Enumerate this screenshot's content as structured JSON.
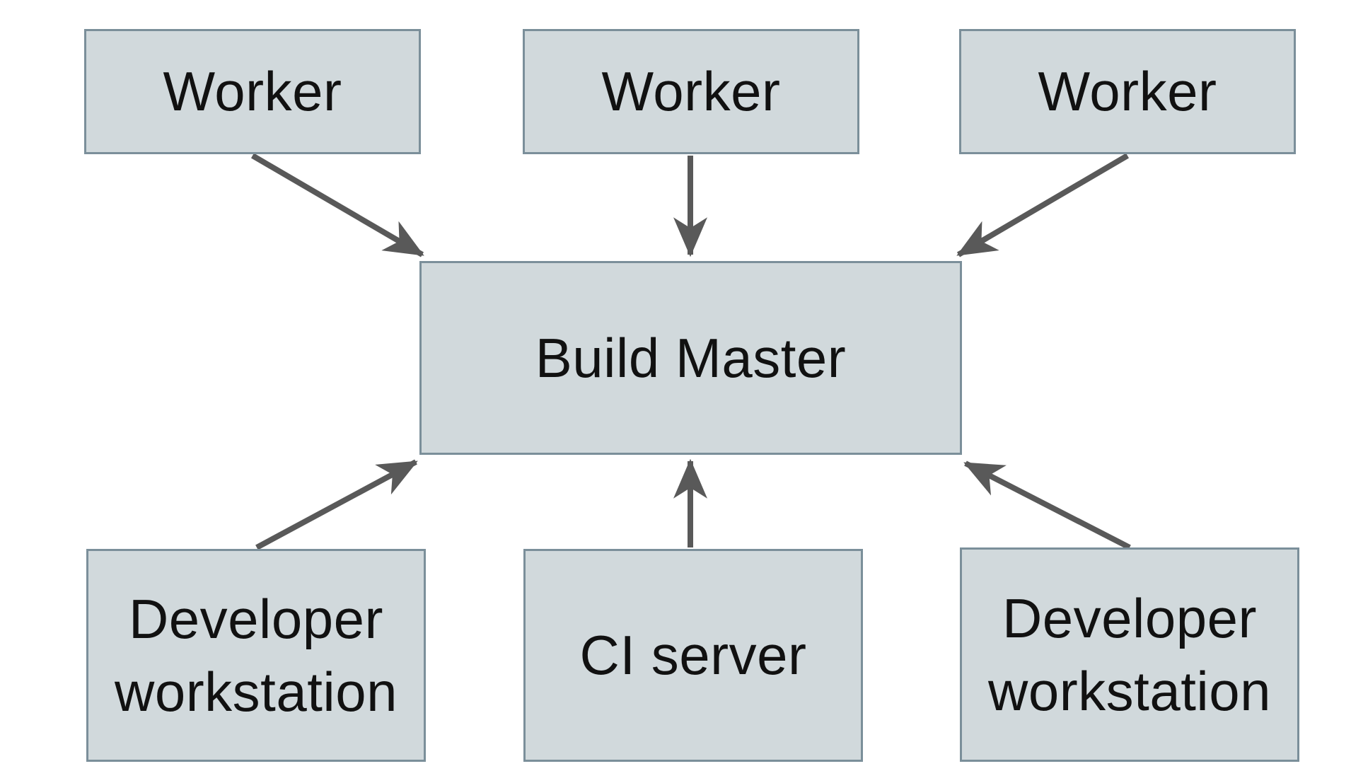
{
  "diagram": {
    "type": "architecture-diagram",
    "background_color": "#ffffff",
    "box_fill_color": "#d1d9dc",
    "box_border_color": "#7b8f9a",
    "arrow_color": "#595959",
    "text_color": "#111111",
    "nodes": {
      "worker_left": {
        "label": "Worker"
      },
      "worker_middle": {
        "label": "Worker"
      },
      "worker_right": {
        "label": "Worker"
      },
      "build_master": {
        "label": "Build Master"
      },
      "developer_workstation_left": {
        "label": "Developer workstation"
      },
      "ci_server": {
        "label": "CI server"
      },
      "developer_workstation_right": {
        "label": "Developer workstation"
      }
    },
    "edges": [
      {
        "from": "worker_left",
        "to": "build_master",
        "direction": "into build_master top-left"
      },
      {
        "from": "worker_middle",
        "to": "build_master",
        "direction": "into build_master top-center"
      },
      {
        "from": "worker_right",
        "to": "build_master",
        "direction": "into build_master top-right"
      },
      {
        "from": "developer_workstation_left",
        "to": "build_master",
        "direction": "into build_master bottom-left"
      },
      {
        "from": "ci_server",
        "to": "build_master",
        "direction": "into build_master bottom-center"
      },
      {
        "from": "developer_workstation_right",
        "to": "build_master",
        "direction": "into build_master bottom-right"
      }
    ]
  }
}
